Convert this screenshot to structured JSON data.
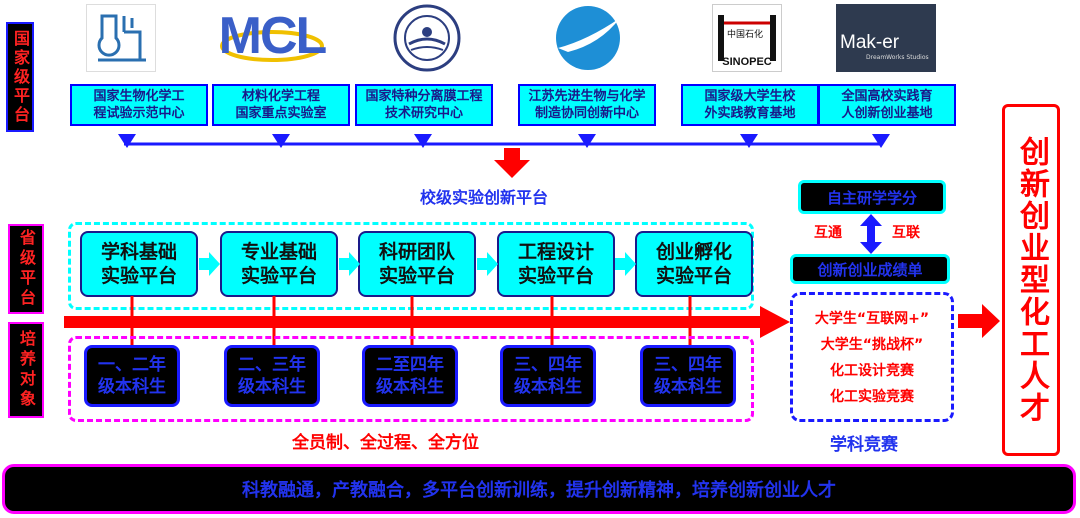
{
  "left_labels": {
    "top": "国家级平台",
    "middle": "省级平台",
    "bottom": "培养对象"
  },
  "logos": [
    {
      "name": "flask-logo-icon",
      "text": ""
    },
    {
      "name": "mcl-logo-icon",
      "text": "MCL"
    },
    {
      "name": "seal-logo-icon",
      "text": ""
    },
    {
      "name": "swoosh-logo-icon",
      "text": ""
    },
    {
      "name": "sinopec-logo-icon",
      "text": "中国石化"
    },
    {
      "name": "maker-logo-icon",
      "text": "Mak-er",
      "sub": "DreamWorks Studios"
    }
  ],
  "institutions": [
    [
      "国家生物化学工",
      "程试验示范中心"
    ],
    [
      "材料化学工程",
      "国家重点实验室"
    ],
    [
      "国家特种分离膜工程",
      "技术研究中心"
    ],
    [
      "江苏先进生物与化学",
      "制造协同创新中心"
    ],
    [
      "国家级大学生校",
      "外实践教育基地"
    ],
    [
      "全国高校实践育",
      "人创新创业基地"
    ]
  ],
  "mid_caption": "校级实验创新平台",
  "platforms": [
    [
      "学科基础",
      "实验平台"
    ],
    [
      "专业基础",
      "实验平台"
    ],
    [
      "科研团队",
      "实验平台"
    ],
    [
      "工程设计",
      "实验平台"
    ],
    [
      "创业孵化",
      "实验平台"
    ]
  ],
  "grades": [
    [
      "一、二年",
      "级本科生"
    ],
    [
      "二、三年",
      "级本科生"
    ],
    [
      "二至四年",
      "级本科生"
    ],
    [
      "三、四年",
      "级本科生"
    ],
    [
      "三、四年",
      "级本科生"
    ]
  ],
  "caption_all": "全员制、全过程、全方位",
  "right_panel": {
    "credit_box": "自主研学学分",
    "exchange_left": "互通",
    "exchange_right": "互联",
    "list_box": "创新创业成绩单",
    "items": [
      "大学生“互联网+”",
      "大学生“挑战杯”",
      "化工设计竞赛",
      "化工实验竞赛"
    ],
    "caption": "学科竞赛"
  },
  "talent": "创新创业型化工人才",
  "bottom_banner": "科教融通，产教融合，多平台创新训练，提升创新精神，培养创新创业人才",
  "colors": {
    "cyan": "#00ffff",
    "red": "#ff0000",
    "blue": "#1a1aff",
    "magenta": "#ff00ff",
    "navy": "#1a1a8a",
    "black": "#000000"
  }
}
